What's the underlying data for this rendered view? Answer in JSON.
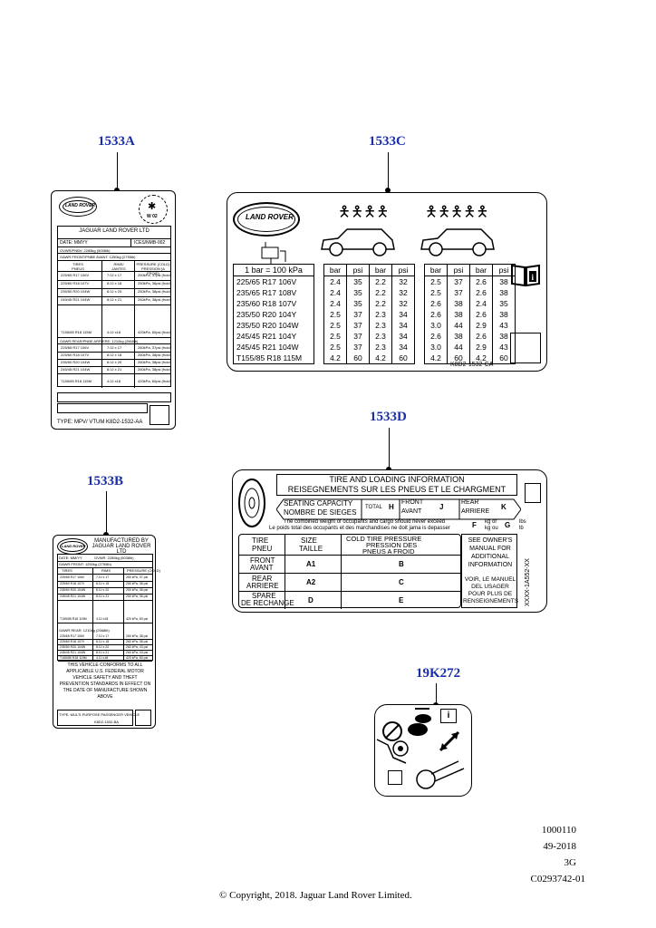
{
  "callouts": {
    "a": "1533A",
    "b": "1533B",
    "c": "1533C",
    "d": "1533D",
    "k": "19K272"
  },
  "label_a": {
    "logo": "LAND ROVER",
    "seal": "W 02",
    "company": "JAGUAR LAND ROVER LTD",
    "date": "DATE: MMYY",
    "ices": "ICES/NMB-002",
    "gvwr": "GVWR/PNBV: 2285kg (5038lb)",
    "gawr_front": "GAWR FRONT/PNBE AVANT: 1250kg (2755lb)",
    "col_tires": "TIRES PNEUS",
    "col_rims": "RIMS/ JANTES",
    "col_pressure": "PRESSURE (COLD) PRESSION (A FROID)",
    "front_rows": [
      [
        "225/65 R17 106V",
        "7.0J x 17",
        "250kPa, 37psi (froid)"
      ],
      [
        "225/60 R18 107V",
        "8.0J x 18",
        "250kPa, 36psi (froid)"
      ],
      [
        "235/50 R20 104W",
        "8.0J x 20",
        "250kPa, 38psi (froid)"
      ],
      [
        "245/45 R21 104W",
        "8.0J x 21",
        "260kPa, 38psi (froid)"
      ]
    ],
    "spare_front": [
      "T155/85 R18 115M",
      "4.0J x18",
      "420kPa, 60psi (froid)"
    ],
    "gawr_rear": "GAWR REAR/PNBE ARRIERE: 1210kg (2668lb)",
    "rear_rows": [
      [
        "225/65 R17 106V",
        "7.0J x 17",
        "260kPa, 37psi (froid)"
      ],
      [
        "225/60 R18 107V",
        "8.0J x 18",
        "260kPa, 38psi (froid)"
      ],
      [
        "235/50 R20 104W",
        "8.0J x 20",
        "260kPa, 38psi (froid)"
      ],
      [
        "245/45 R21 104W",
        "8.0J x 21",
        "260kPa, 38psi (froid)"
      ]
    ],
    "spare_rear": [
      "T155/85 R18 115M",
      "4.0J x18",
      "420kPa, 60psi (froid)"
    ],
    "type": "TYPE: MPV/ VTUM K8D2-1532-AA"
  },
  "label_b": {
    "logo": "LAND ROVER",
    "manufactured": "MANUFACTURED BY JAGUAR LAND ROVER LTD",
    "date": "DATE: MM/YY",
    "gvwr": "GVWR: 2285kg (5038lb)",
    "gawr_front": "GAWR FRONT: 1250kg (2755lb)",
    "col_tires": "TIRES",
    "col_rims": "RIMS",
    "col_pressure": "PRESSURE (COLD)",
    "front_rows": [
      [
        "225/65 R17 106V",
        "7.0J x 17",
        "250 kPa, 37 psi"
      ],
      [
        "225/60 R18 107V",
        "8.0J x 18",
        "250 kPa, 36 psi"
      ],
      [
        "235/50 R20 104W",
        "8.0J x 20",
        "250 kPa, 36 psi"
      ],
      [
        "245/45 R21 104W",
        "8.0J x 21",
        "250 kPa, 36 psi"
      ]
    ],
    "spare_front": [
      "T155/85 R18 115M",
      "4.0J x18",
      "420 kPa, 60 psi"
    ],
    "gawr_rear": "GAWR REAR: 1210kg (2668lb)",
    "rear_rows": [
      [
        "225/65 R17 106V",
        "7.0J x 17",
        "260 kPa, 38 psi"
      ],
      [
        "225/60 R18 107V",
        "8.0J x 18",
        "260 kPa, 38 psi"
      ],
      [
        "235/50 R20 104W",
        "8.0J x 20",
        "260 kPa, 43 psi"
      ],
      [
        "245/45 R21 104W",
        "8.0J x 21",
        "260 kPa, 43 psi"
      ]
    ],
    "spare_rear": [
      "T155/85 R18 115M",
      "4.0J x18",
      "420 kPa, 60 psi"
    ],
    "conform": "THIS VEHICLE CONFORMS TO ALL APPLICABLE U.S. FEDERAL MOTOR VEHICLE SAFETY AND THEFT PREVENTION STANDARDS IN EFFECT ON THE DATE OF MANUFACTURE SHOWN ABOVE",
    "type": "TYPE: MULTI-PURPOSE PASSENGER VEHICLE",
    "code": "K8D2-1532-BA"
  },
  "label_c": {
    "logo": "LAND ROVER",
    "conversion": "1 bar = 100 kPa",
    "unit_bar": "bar",
    "unit_psi": "psi",
    "rows": [
      [
        "225/65 R17 106V",
        "2.4",
        "35",
        "2.2",
        "32",
        "2.5",
        "37",
        "2.6",
        "38"
      ],
      [
        "235/65 R17 108V",
        "2.4",
        "35",
        "2.2",
        "32",
        "2.5",
        "37",
        "2.6",
        "38"
      ],
      [
        "235/60 R18 107V",
        "2.4",
        "35",
        "2.2",
        "32",
        "2.6",
        "38",
        "2.4",
        "35"
      ],
      [
        "235/50 R20 104Y",
        "2.5",
        "37",
        "2.3",
        "34",
        "2.6",
        "38",
        "2.6",
        "38"
      ],
      [
        "235/50 R20 104W",
        "2.5",
        "37",
        "2.3",
        "34",
        "3.0",
        "44",
        "2.9",
        "43"
      ],
      [
        "245/45 R21 104Y",
        "2.5",
        "37",
        "2.3",
        "34",
        "2.6",
        "38",
        "2.6",
        "38"
      ],
      [
        "245/45 R21 104W",
        "2.5",
        "37",
        "2.3",
        "34",
        "3.0",
        "44",
        "2.9",
        "43"
      ],
      [
        "T155/85 R18 115M",
        "4.2",
        "60",
        "4.2",
        "60",
        "4.2",
        "60",
        "4.2",
        "60"
      ]
    ],
    "code": "K8D2-1532-CA"
  },
  "label_d": {
    "title1": "TIRE AND LOADING INFORMATION",
    "title2": "REISEGNEMENTS SUR LES PNEUS ET LE CHARGMENT",
    "seating1": "SEATING CAPACITY",
    "seating2": "NOMBRE DE SIEGES",
    "total": "TOTAL",
    "h": "H",
    "front1": "FRONT",
    "front2": "AVANT",
    "j": "J",
    "rear1": "REAR",
    "rear2": "ARRIERE",
    "k": "K",
    "combined1": "The combined weight of occupants and cargo should never exceed",
    "combined2_pre": "Le poids",
    "combined2_total": "total",
    "combined2": "des occupants et des marchandises ne doit jama is depasser",
    "f": "F",
    "kg_or": "kg or",
    "kg_ou": "kg ou",
    "g": "G",
    "lbs": "lbs",
    "lb": "lb",
    "tire1": "TIRE",
    "tire2": "PNEU",
    "size1": "SIZE",
    "size2": "TAILLE",
    "cold1": "COLD TIRE PRESSURE",
    "cold2": "PRESSION DES",
    "cold3": "PNEUS A FROID",
    "front_tire1": "FRONT",
    "front_tire2": "AVANT",
    "a1": "A1",
    "b": "B",
    "rear_tire1": "REAR",
    "rear_tire2": "ARRIERE",
    "a2": "A2",
    "c": "C",
    "spare1": "SPARE",
    "spare2": "DE RECHANGE",
    "d": "D",
    "e": "E",
    "owners": "SEE OWNER'S MANUAL FOR ADDITIONAL INFORMATION",
    "voir": "VOIR, LE MANUEL DEL USAGER POUR PLUS DE RENSEIGNEMENTS",
    "part": "XXXX-1A552-XX"
  },
  "footer": {
    "line1": "1000110",
    "line2": "49-2018",
    "line3": "3G",
    "line4": "C0293742-01",
    "copyright": "© Copyright, 2018. Jaguar Land Rover Limited."
  }
}
